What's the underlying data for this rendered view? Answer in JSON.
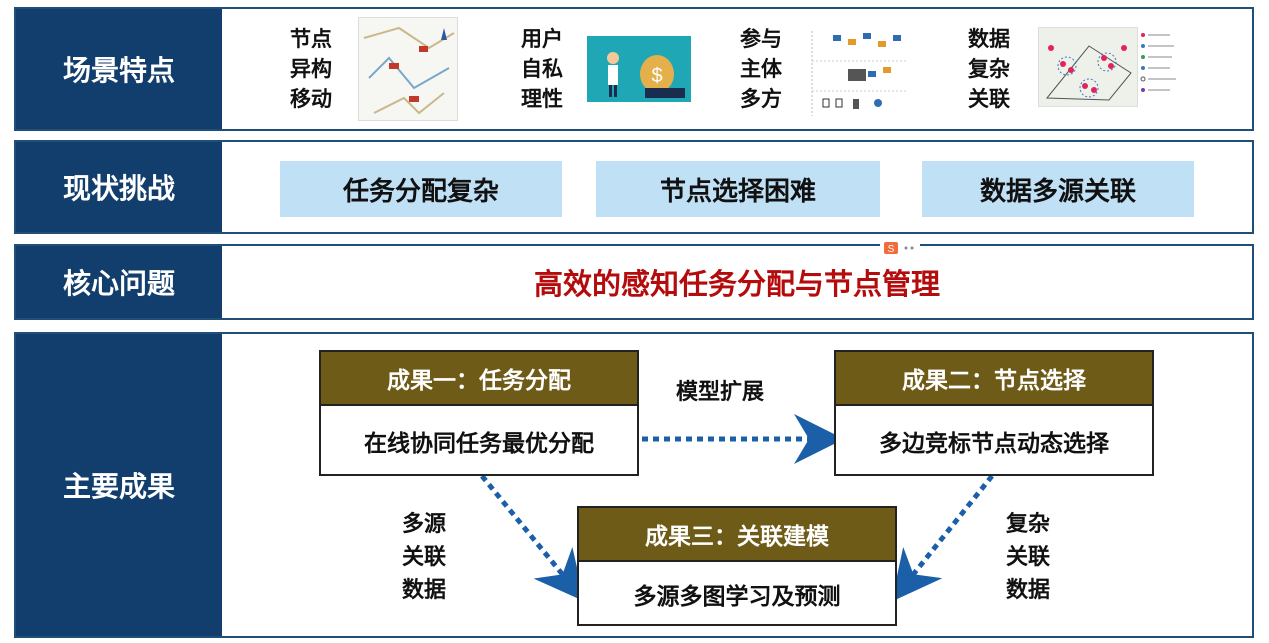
{
  "rows": {
    "scenario": {
      "label": "场景特点",
      "features": [
        [
          "节点",
          "异构",
          "移动"
        ],
        [
          "用户",
          "自私",
          "理性"
        ],
        [
          "参与",
          "主体",
          "多方"
        ],
        [
          "数据",
          "复杂",
          "关联"
        ]
      ]
    },
    "challenges": {
      "label": "现状挑战",
      "items": [
        "任务分配复杂",
        "节点选择困难",
        "数据多源关联"
      ]
    },
    "core": {
      "label": "核心问题",
      "text": "高效的感知任务分配与节点管理"
    },
    "results": {
      "label": "主要成果",
      "r1": {
        "title": "成果一：任务分配",
        "body": "在线协同任务最优分配"
      },
      "r2": {
        "title": "成果二：节点选择",
        "body": "多边竞标节点动态选择"
      },
      "r3": {
        "title": "成果三：关联建模",
        "body": "多源多图学习及预测"
      },
      "edge_top": "模型扩展",
      "edge_left": [
        "多源",
        "关联",
        "数据"
      ],
      "edge_right": [
        "复杂",
        "关联",
        "数据"
      ]
    }
  },
  "colors": {
    "navy": "#123e6d",
    "gold": "#6f5b18",
    "lightblue": "#bfe0f5",
    "red": "#b40c0c",
    "arrow": "#1a5fa8"
  }
}
